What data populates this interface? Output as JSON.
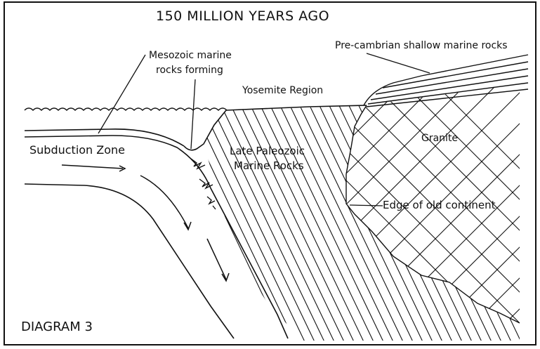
{
  "diagram": {
    "title": "150 MILLION YEARS AGO",
    "figure_label": "DIAGRAM 3",
    "labels": {
      "precambrian": "Pre-cambrian shallow marine rocks",
      "mesozoic_line1": "Mesozoic marine",
      "mesozoic_line2": "rocks forming",
      "yosemite": "Yosemite Region",
      "subduction": "Subduction Zone",
      "late_paleozoic_line1": "Late Paleozoic",
      "late_paleozoic_line2": "Marine Rocks",
      "granite": "Granite",
      "edge": "Edge of old continent"
    }
  },
  "colors": {
    "ink": "#111111",
    "background": "#ffffff"
  }
}
